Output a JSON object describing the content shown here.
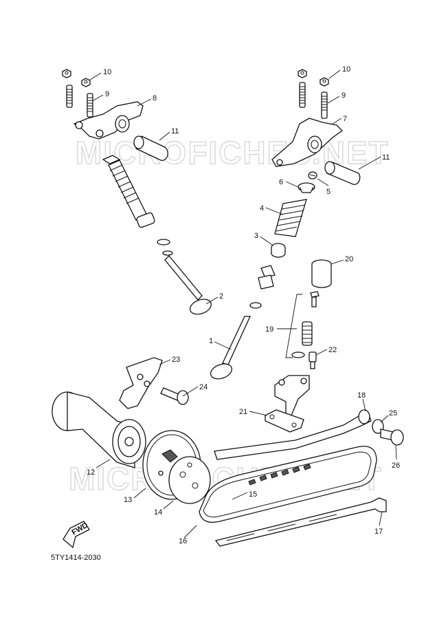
{
  "diagram": {
    "watermark": "MICROFICHES.NET",
    "drawing_code": "5TY1414-2030",
    "fwd_label": "FWD",
    "callouts": [
      {
        "id": "c10a",
        "label": "10"
      },
      {
        "id": "c9a",
        "label": "9"
      },
      {
        "id": "c8",
        "label": "8"
      },
      {
        "id": "c11a",
        "label": "11"
      },
      {
        "id": "c10b",
        "label": "10"
      },
      {
        "id": "c9b",
        "label": "9"
      },
      {
        "id": "c7",
        "label": "7"
      },
      {
        "id": "c11b",
        "label": "11"
      },
      {
        "id": "c6",
        "label": "6"
      },
      {
        "id": "c5",
        "label": "5"
      },
      {
        "id": "c4",
        "label": "4"
      },
      {
        "id": "c3",
        "label": "3"
      },
      {
        "id": "c20",
        "label": "20"
      },
      {
        "id": "c2",
        "label": "2"
      },
      {
        "id": "c19",
        "label": "19"
      },
      {
        "id": "c1",
        "label": "1"
      },
      {
        "id": "c22",
        "label": "22"
      },
      {
        "id": "c23",
        "label": "23"
      },
      {
        "id": "c24",
        "label": "24"
      },
      {
        "id": "c18",
        "label": "18"
      },
      {
        "id": "c21",
        "label": "21"
      },
      {
        "id": "c25",
        "label": "25"
      },
      {
        "id": "c26",
        "label": "26"
      },
      {
        "id": "c12",
        "label": "12"
      },
      {
        "id": "c15",
        "label": "15"
      },
      {
        "id": "c13",
        "label": "13"
      },
      {
        "id": "c14",
        "label": "14"
      },
      {
        "id": "c17",
        "label": "17"
      },
      {
        "id": "c16",
        "label": "16"
      }
    ]
  }
}
